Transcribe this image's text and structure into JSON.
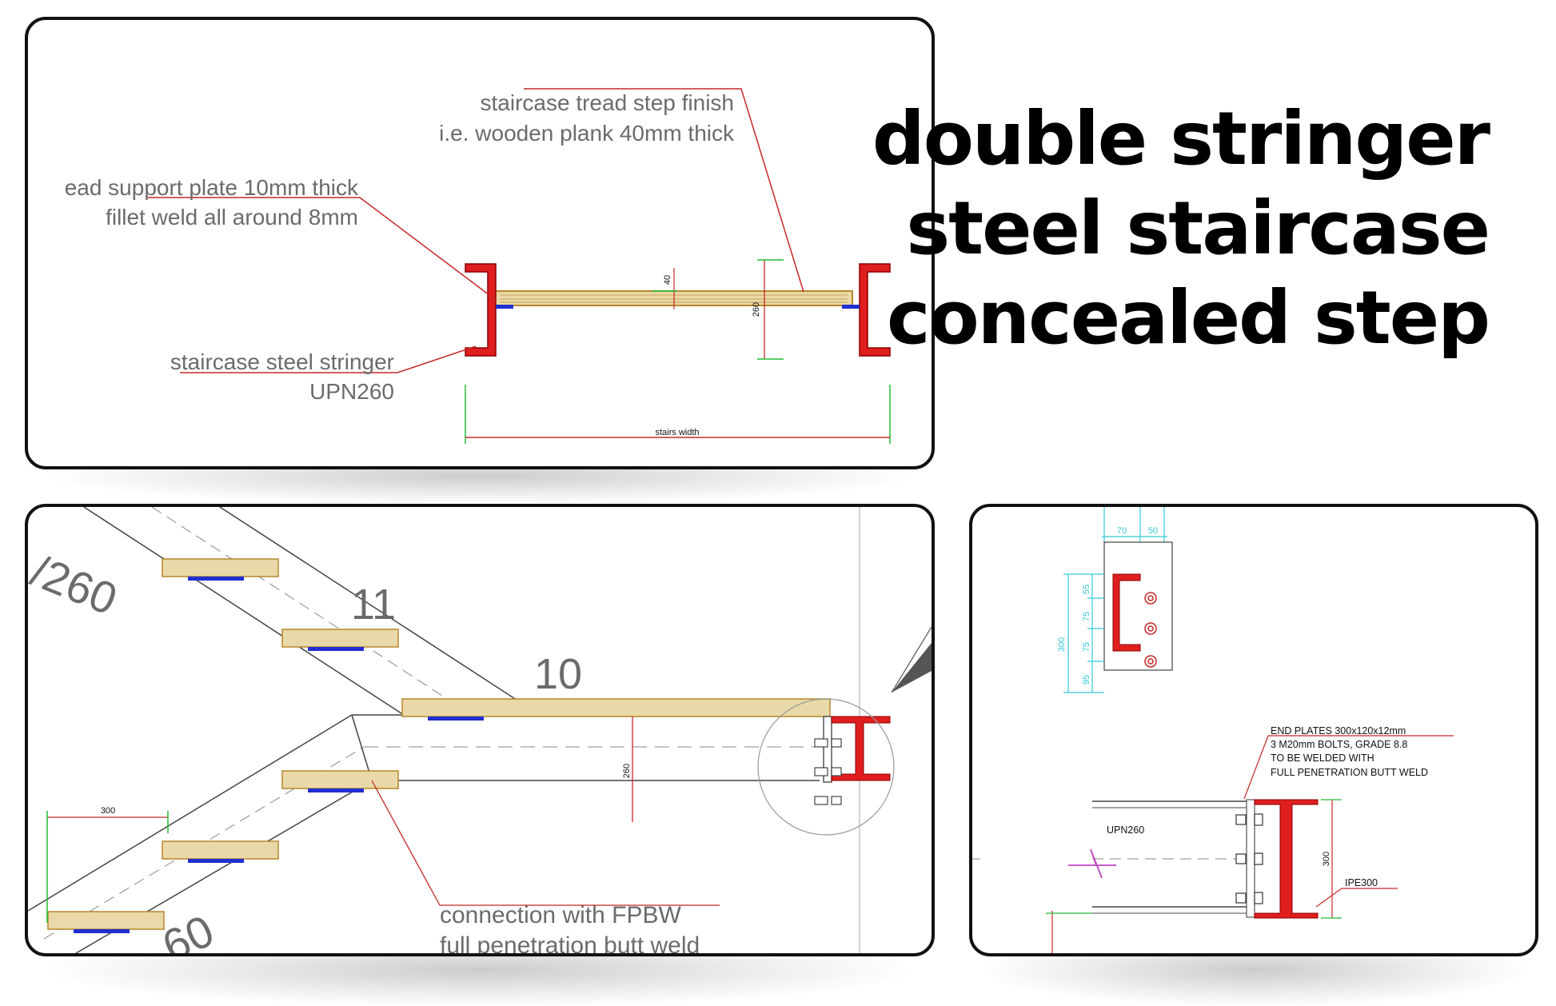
{
  "title": {
    "line1": "double stringer",
    "line2": "steel staircase",
    "line3": "concealed step"
  },
  "panel_top": {
    "tread_finish_line1": "staircase tread step finish",
    "tread_finish_line2": "i.e. wooden plank 40mm thick",
    "support_plate_line1": "ead support plate 10mm thick",
    "support_plate_line2": "fillet weld all around 8mm",
    "stringer_line1": "staircase steel stringer",
    "stringer_line2": "UPN260",
    "dim_40": "40",
    "dim_260": "260",
    "stairs_width": "stairs width"
  },
  "panel_bottom_left": {
    "upn_label": "/260",
    "step_11": "11",
    "step_10": "10",
    "dim_300": "300",
    "dim_260": "260",
    "connection_line1": "connection with FPBW",
    "connection_line2": "full penetration butt weld",
    "partial_label": "60"
  },
  "panel_bottom_right": {
    "dim_70": "70",
    "dim_50": "50",
    "dim_300_v": "300",
    "dim_55": "55",
    "dim_75a": "75",
    "dim_75b": "75",
    "dim_95": "95",
    "note_line1": "END PLATES 300x120x12mm",
    "note_line2": "3 M20mm BOLTS, GRADE 8.8",
    "note_line3": "TO BE WELDED WITH",
    "note_line4": "FULL PENETRATION BUTT WELD",
    "upn_label": "UPN260",
    "dim_300": "300",
    "ipe_label": "IPE300"
  },
  "colors": {
    "steel_red": "#e01e1e",
    "plate_blue": "#1f2fd0",
    "wood": "#e9d9a8",
    "leader_red": "#c62828",
    "dim_green": "#22bb33",
    "dim_cyan": "#33c8d8"
  }
}
